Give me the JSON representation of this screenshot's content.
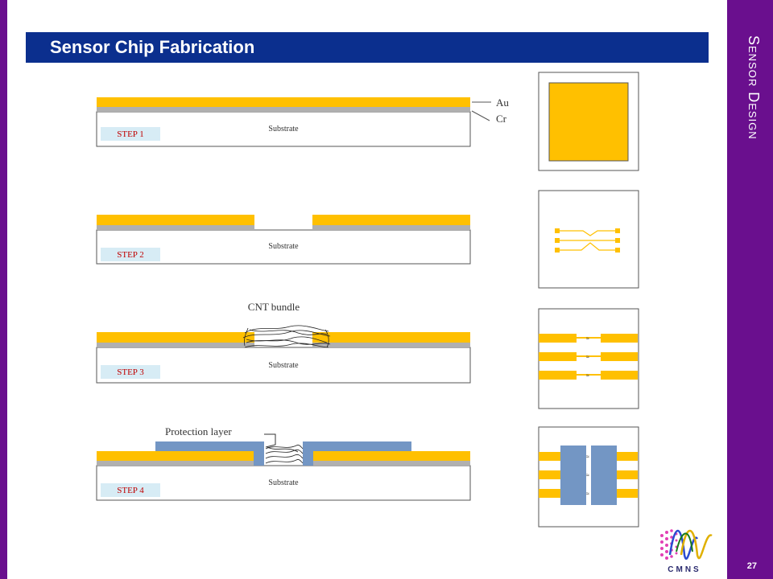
{
  "title": "Sensor Chip Fabrication",
  "section": "Sensor Design",
  "page_number": "27",
  "layer_labels": {
    "au": "Au",
    "cr": "Cr"
  },
  "substrate_label": "Substrate",
  "steps": [
    "STEP 1",
    "STEP 2",
    "STEP 3",
    "STEP 4"
  ],
  "annotations": {
    "cnt": "CNT bundle",
    "protection": "Protection layer"
  },
  "logo_text": "CMNS",
  "colors": {
    "gold": "#ffc000",
    "chromium": "#b0b0b0",
    "protection": "#7396c4",
    "sidebar": "#6a0f8e",
    "title_bar": "#0b2f8e",
    "step_label_bg": "#d7ecf5",
    "step_label_text": "#c00000"
  }
}
